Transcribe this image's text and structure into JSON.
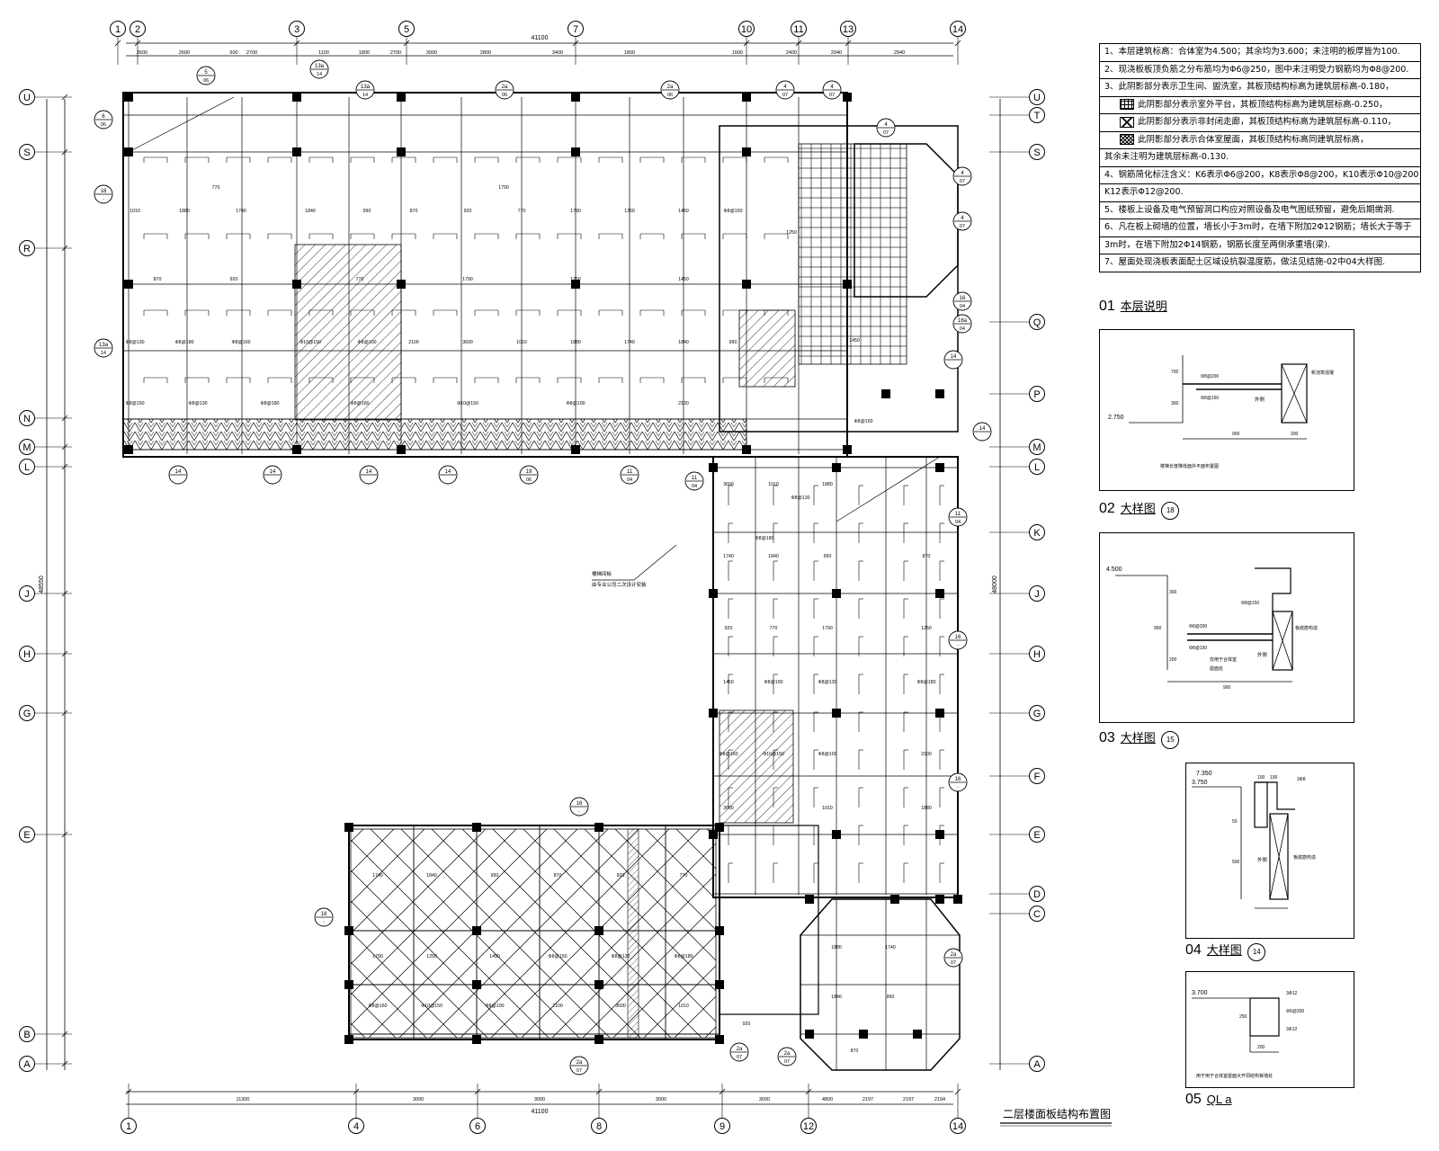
{
  "drawing_title": "二层楼面板结构布置图",
  "top_axes": [
    "1",
    "2",
    "3",
    "5",
    "7",
    "10",
    "11",
    "13",
    "14"
  ],
  "bottom_axes": [
    "1",
    "4",
    "6",
    "8",
    "9",
    "12",
    "14"
  ],
  "left_axes": [
    "U",
    "S",
    "R",
    "N",
    "M",
    "L",
    "J",
    "H",
    "G",
    "E",
    "B",
    "A"
  ],
  "right_axes": [
    "U",
    "T",
    "S",
    "Q",
    "P",
    "M",
    "L",
    "K",
    "J",
    "H",
    "G",
    "F",
    "E",
    "D",
    "C",
    "A"
  ],
  "overall_width": "41100",
  "overall_height": "48550",
  "overall_height_right": "48000",
  "top_dims": [
    "2600",
    "2600",
    "600",
    "2700",
    "1100",
    "1800",
    "2700",
    "3000",
    "2800",
    "3400",
    "1800",
    "1600",
    "2400",
    "2940",
    "2940"
  ],
  "bottom_dims": [
    "11300",
    "3000",
    "3000",
    "3000",
    "3000",
    "4800",
    "2197",
    "2197",
    "2194"
  ],
  "stair_note": "楼梯间板\n由专业公司二次设计安装",
  "notes": {
    "rows": [
      "1、本层建筑标高：合体室为4.500；其余均为3.600；未注明的板厚皆为100.",
      "2、现浇板板顶负筋之分布筋均为Φ6@250，图中未注明受力钢筋均为Φ8@200.",
      "3、此阴影部分表示卫生间、盥洗室，其板顶结构标高为建筑层标高-0.180，",
      "此阴影部分表示室外平台，其板顶结构标高为建筑层标高-0.250，",
      "此阴影部分表示非封闭走廊，其板顶结构标高为建筑层标高-0.110，",
      "此阴影部分表示合体室屋面，其板顶结构标高同建筑层标高，",
      "其余未注明为建筑层标高-0.130.",
      "4、钢筋简化标注含义：K6表示Φ6@200，K8表示Φ8@200，K10表示Φ10@200；",
      "K12表示Φ12@200.",
      "5、楼板上设备及电气预留洞口构应对照设备及电气图纸预留，避免后期凿洞.",
      "6、凡在板上砌墙的位置，墙长小于3m时，在墙下附加2Φ12钢筋；墙长大于等于",
      "3m时，在墙下附加2Φ14钢筋，钢筋长度至两侧承重墙(梁).",
      "7、屋面处现浇板表面配土区域设抗裂温度筋，做法见结施-02中04大样图."
    ]
  },
  "details": {
    "d01": {
      "num": "01",
      "title": "本层说明"
    },
    "d02": {
      "num": "02",
      "title": "大样图",
      "ref": "18",
      "elev": "2.750",
      "dims": [
        "700",
        "300",
        "900",
        "200"
      ],
      "labels": [
        "Φ8@200",
        "Φ8@150",
        "外侧",
        "新浇筑混凝"
      ],
      "caption": "楼梯长度降低面外平面布置图"
    },
    "d03": {
      "num": "03",
      "title": "大样图",
      "ref": "15",
      "elev": "4.500",
      "dims": [
        "900",
        "300",
        "200",
        "900"
      ],
      "labels": [
        "Φ8@150",
        "Φ8@200",
        "Φ8@150",
        "外侧",
        "板底筋构造",
        "仅用于合体室",
        "屋面处"
      ]
    },
    "d04": {
      "num": "04",
      "title": "大样图",
      "ref": "14",
      "elev1": "7.350",
      "elev2": "3.750",
      "dims": [
        "100",
        "100",
        "50",
        "500"
      ],
      "labels": [
        "3Φ8",
        "外侧",
        "板底筋构造"
      ]
    },
    "d05": {
      "num": "05",
      "title": "QL a",
      "elev": "3.700",
      "dims": [
        "200",
        "250"
      ],
      "labels": [
        "3Φ12",
        "Φ6@200",
        "3Φ12"
      ],
      "caption": "用于用于合体室屋面大开洞结构板墙处"
    }
  },
  "section_marks": [
    "5/06",
    "6/06",
    "18/-",
    "13a/14",
    "13a/14",
    "13a/14",
    "2a/06",
    "2a/06",
    "4/07",
    "4/07",
    "4/07",
    "4/07",
    "4/07",
    "16/04",
    "16a/04",
    "14",
    "14",
    "14",
    "14",
    "14",
    "14",
    "19/06",
    "11/04",
    "11/04",
    "11/04",
    "16/-",
    "16/-",
    "16/-",
    "18/-",
    "2a/07",
    "2a/07",
    "2a/07",
    "2a/07"
  ],
  "annotation_values": [
    "1010",
    "1880",
    "1740",
    "1840",
    "990",
    "870",
    "920",
    "770",
    "1790",
    "1250",
    "1450",
    "Φ8@150",
    "Φ8@130",
    "Φ8@180",
    "Φ8@160",
    "Φ10@150",
    "Φ8@100",
    "2100",
    "3600"
  ]
}
